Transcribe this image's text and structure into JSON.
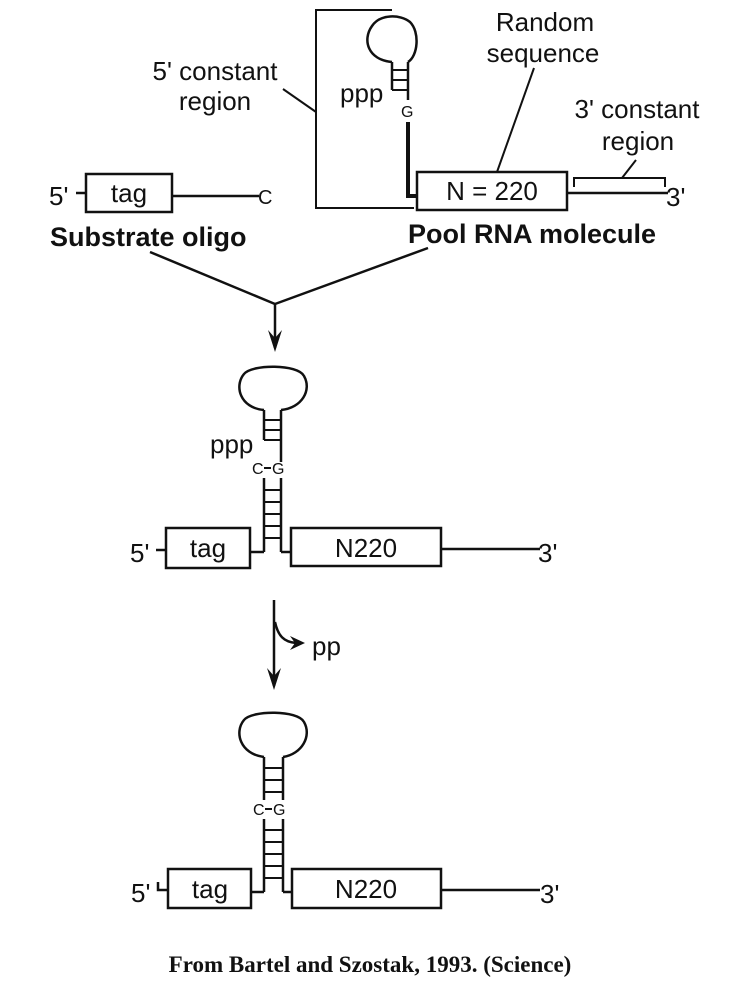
{
  "diagram": {
    "top_left": {
      "five_prime_label": "5'",
      "tag_label": "tag",
      "end_base": "C",
      "name": "Substrate oligo"
    },
    "top_right": {
      "annotation_5_constant": [
        "5' constant",
        "region"
      ],
      "annotation_random": [
        "Random",
        "sequence"
      ],
      "annotation_3_constant": [
        "3' constant",
        "region"
      ],
      "triphosphate": "ppp",
      "g_base": "G",
      "random_box_label": "N = 220",
      "three_prime_label": "3'",
      "name": "Pool RNA molecule"
    },
    "middle": {
      "triphosphate": "ppp",
      "pair_c": "C",
      "pair_g": "G",
      "five_prime_label": "5'",
      "tag_label": "tag",
      "random_box_label": "N220",
      "three_prime_label": "3'"
    },
    "reaction": {
      "released_label": "pp"
    },
    "bottom": {
      "pair_c": "C",
      "pair_g": "G",
      "five_prime_label": "5'",
      "tag_label": "tag",
      "random_box_label": "N220",
      "three_prime_label": "3'"
    }
  },
  "caption": "From Bartel and Szostak, 1993. (Science)"
}
